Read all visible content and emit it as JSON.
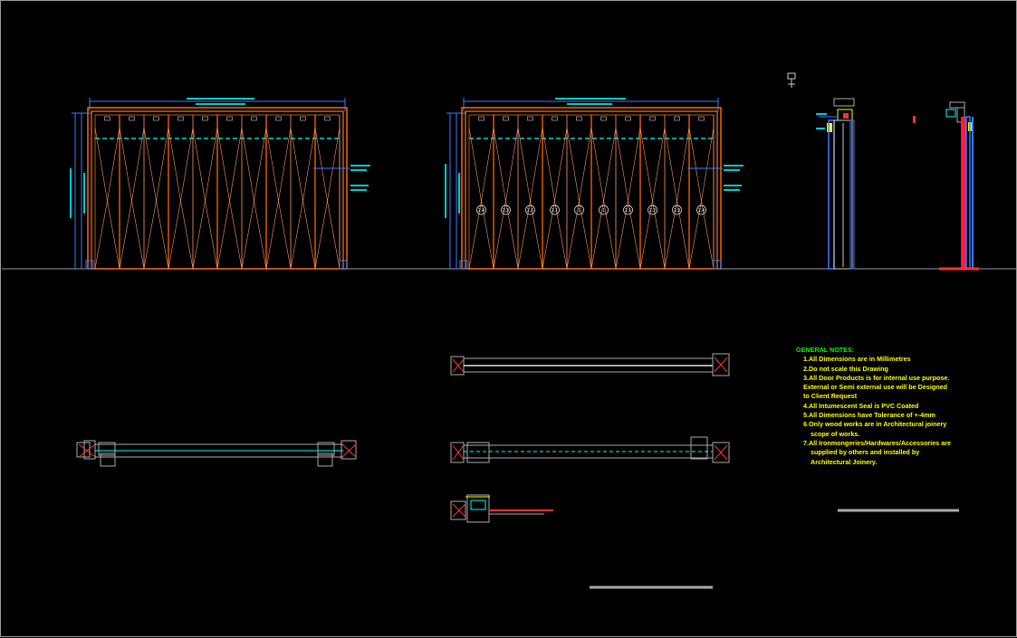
{
  "colors": {
    "background": "#000000",
    "frame": "#ff6600",
    "leaf_line": "#ff9966",
    "dimension": "#3b7bff",
    "cyan": "#00ffff",
    "yellow": "#ffff00",
    "green": "#00ff00",
    "red": "#ff2222",
    "grey": "#aaaaaa"
  },
  "general_notes": {
    "title": "GENERAL NOTES:",
    "items": [
      "1.All Dimensions are in Millimetres",
      "2.Do not scale this Drawing",
      "3.All Door Products is for internal use purpose.",
      "External or Semi external use will be Designed",
      "to Client Request",
      "4.All Intumescent Seal is PVC Coated",
      "5.All Dimensions have Tolerance of +-4mm",
      "6.Only wood works are in Architectural joinery",
      "scope of works.",
      "7.All Ironmongeries/Hardwares/Accessories are",
      "supplied by others and installed by",
      "Architectural Joinery."
    ]
  },
  "elevation_2_leaf_numbers": [
    "2.4",
    "2.3",
    "2.2",
    "2.1",
    "1",
    "1",
    "2.1",
    "2.2",
    "2.3",
    "2.4"
  ]
}
